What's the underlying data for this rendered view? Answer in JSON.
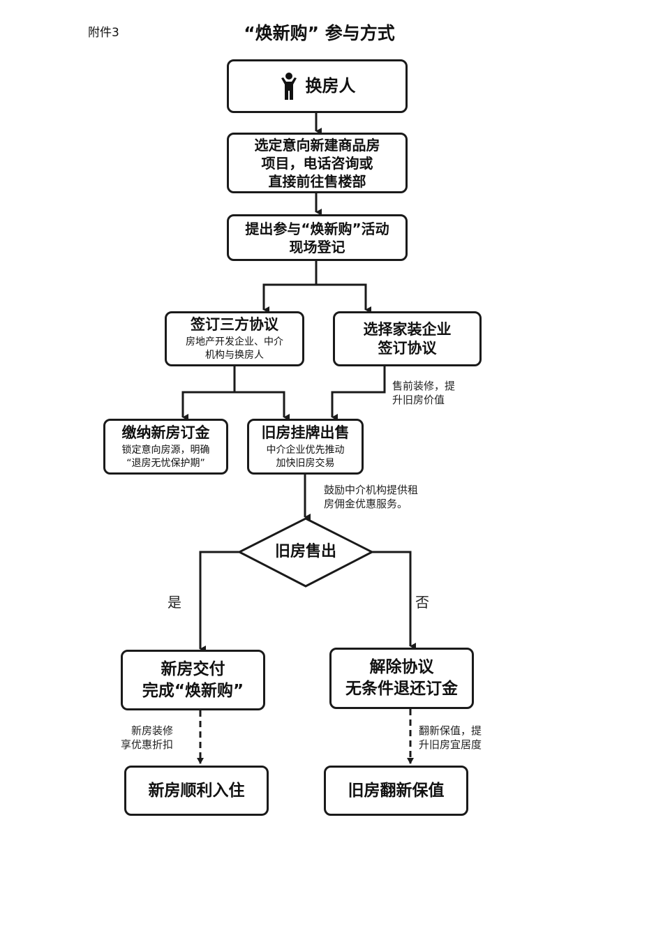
{
  "header": {
    "attachment": "附件3",
    "title": "“焕新购” 参与方式"
  },
  "nodes": {
    "start": "换房人",
    "choose_project": "选定意向新建商品房\n项目，电话咨询或\n直接前往售楼部",
    "register": "提出参与“焕新购”活动\n现场登记",
    "tripartite": {
      "title": "签订三方协议",
      "desc": "房地产开发企业、中介\n机构与换房人"
    },
    "home_deco": {
      "title": "选择家装企业\n签订协议"
    },
    "deposit": {
      "title": "缴纳新房订金",
      "desc": "锁定意向房源，明确\n“退房无忧保护期”"
    },
    "listing": {
      "title": "旧房挂牌出售",
      "desc": "中介企业优先推动\n加快旧房交易"
    },
    "sold": "旧房售出",
    "delivery": "新房交付\n完成“焕新购”",
    "cancel": "解除协议\n无条件退还订金",
    "move_in": "新房顺利入住",
    "renovate": "旧房翻新保值"
  },
  "annotations": {
    "presale_deco": "售前装修，提\n升旧房价值",
    "agency_discount": "鼓励中介机构提供租\n房佣金优惠服务。",
    "yes": "是",
    "no": "否",
    "new_deco": "新房装修\n享优惠折扣",
    "refurbish": "翻新保值，提\n升旧房宜居度"
  }
}
